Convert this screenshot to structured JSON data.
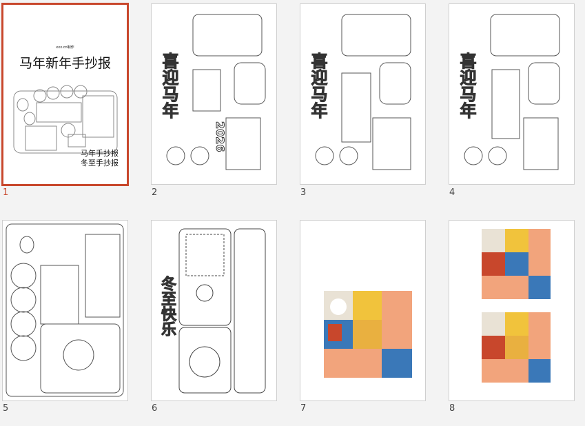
{
  "slides": [
    {
      "number": "1",
      "selected": true,
      "credit": "xxx.cn制作",
      "title": "马年新年手抄报",
      "sub1": "马年手抄报",
      "sub2": "冬至手抄报"
    },
    {
      "number": "2",
      "banner": "喜迎马年",
      "year": "2026"
    },
    {
      "number": "3",
      "banner": "喜迎马年"
    },
    {
      "number": "4",
      "banner": "喜迎马年"
    },
    {
      "number": "5"
    },
    {
      "number": "6",
      "banner": "冬至快乐"
    },
    {
      "number": "7"
    },
    {
      "number": "8"
    }
  ],
  "colors": {
    "accent": "#c8472c",
    "peach": "#f2a47c",
    "blue": "#3a78b8",
    "yellow": "#f1c33c"
  }
}
